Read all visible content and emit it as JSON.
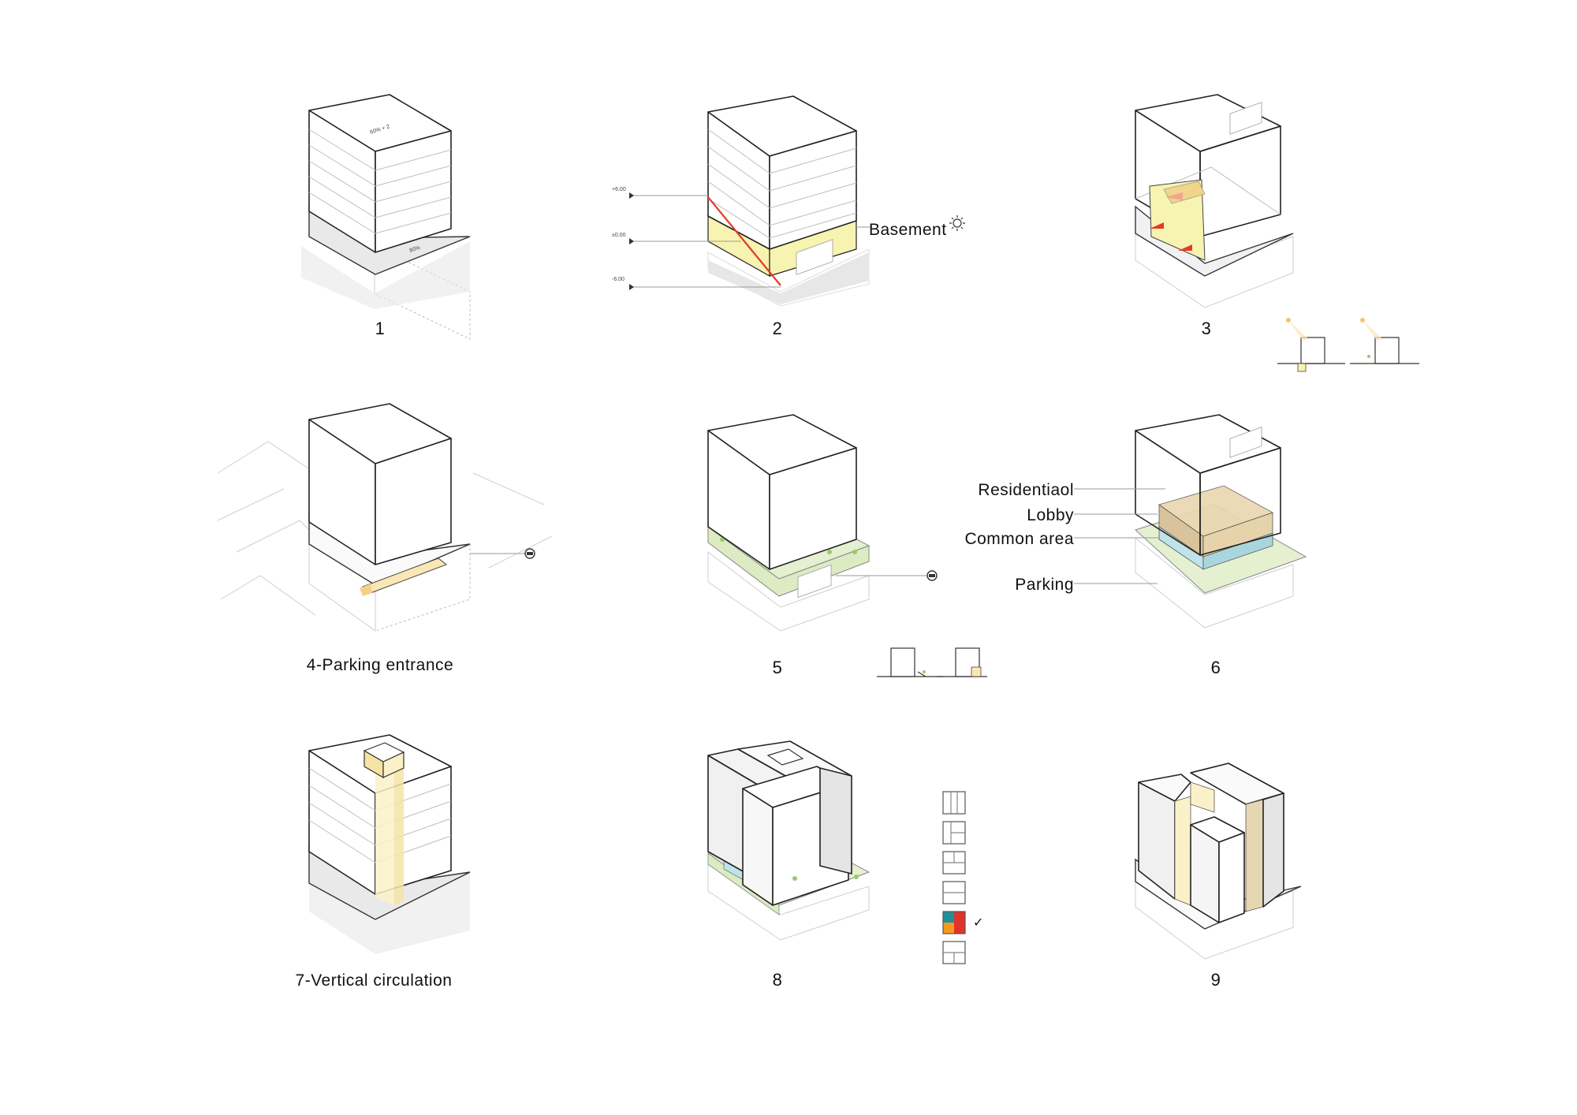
{
  "panels": [
    {
      "id": 1,
      "label": "1",
      "roof_text": "60% + 2",
      "slab_text": "80%"
    },
    {
      "id": 2,
      "label": "2",
      "level_marks": [
        "+6.00",
        "±0.00",
        "-6.00"
      ],
      "callout": "Basement"
    },
    {
      "id": 3,
      "label": "3"
    },
    {
      "id": 4,
      "label": "4-Parking entrance"
    },
    {
      "id": 5,
      "label": "5"
    },
    {
      "id": 6,
      "label": "6",
      "callouts": [
        "Residentiaol",
        "Lobby",
        "Common area",
        "Parking"
      ]
    },
    {
      "id": 7,
      "label": "7-Vertical circulation"
    },
    {
      "id": 8,
      "label": "8",
      "selected_option_mark": "✓"
    },
    {
      "id": 9,
      "label": "9"
    }
  ],
  "colors": {
    "basement_yellow": "#f7f3b0",
    "red_accent": "#e53a2a",
    "green_ground": "#dcebc2",
    "lobby_blue": "#bfe3e8",
    "residential_tan": "#ead7b0",
    "option_teal": "#1f8f9a",
    "option_orange": "#f39a1e",
    "option_red": "#e1332b",
    "core_yellow": "#fbf1c8"
  }
}
